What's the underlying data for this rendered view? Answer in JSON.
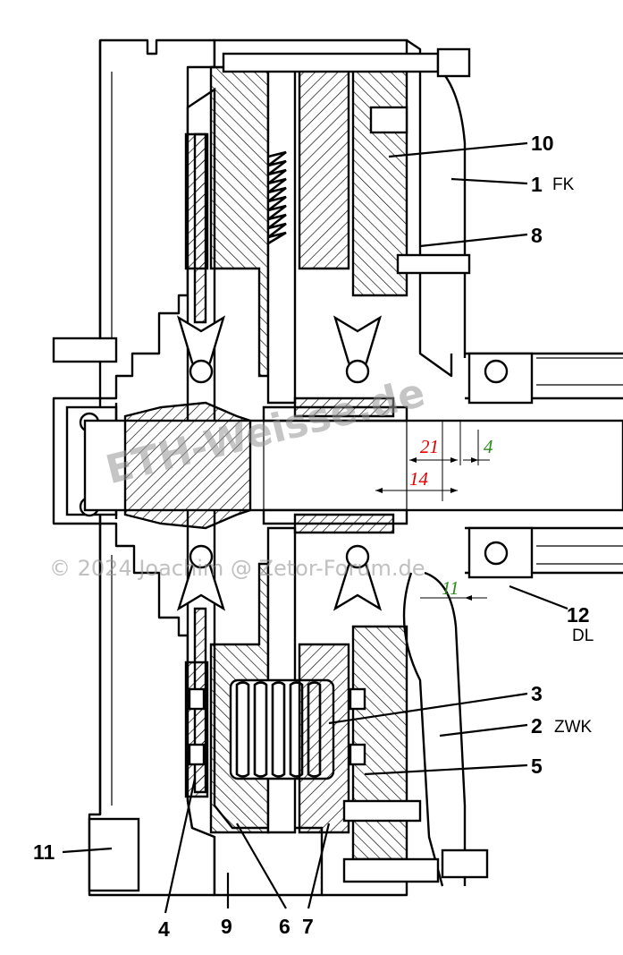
{
  "watermark": "ETH-Weisse.de",
  "copyright": "© 2024 Joachim @ Zetor-Forum.de",
  "callouts": {
    "c1": {
      "number": "1",
      "suffix": "FK"
    },
    "c2": {
      "number": "2",
      "suffix": "ZWK"
    },
    "c3": {
      "number": "3"
    },
    "c4": {
      "number": "4"
    },
    "c5": {
      "number": "5"
    },
    "c6": {
      "number": "6"
    },
    "c7": {
      "number": "7"
    },
    "c8": {
      "number": "8"
    },
    "c9": {
      "number": "9"
    },
    "c10": {
      "number": "10"
    },
    "c11": {
      "number": "11"
    },
    "c12": {
      "number": "12",
      "suffix": "DL"
    }
  },
  "dimensions": {
    "d21": {
      "text": "21",
      "color": "#e00000"
    },
    "d4": {
      "text": "4",
      "color": "#2a8a1a"
    },
    "d14": {
      "text": "14",
      "color": "#e00000"
    },
    "d11": {
      "text": "11",
      "color": "#2a8a1a"
    }
  },
  "colors": {
    "line": "#000000",
    "background": "#ffffff",
    "watermark": "#969696"
  }
}
